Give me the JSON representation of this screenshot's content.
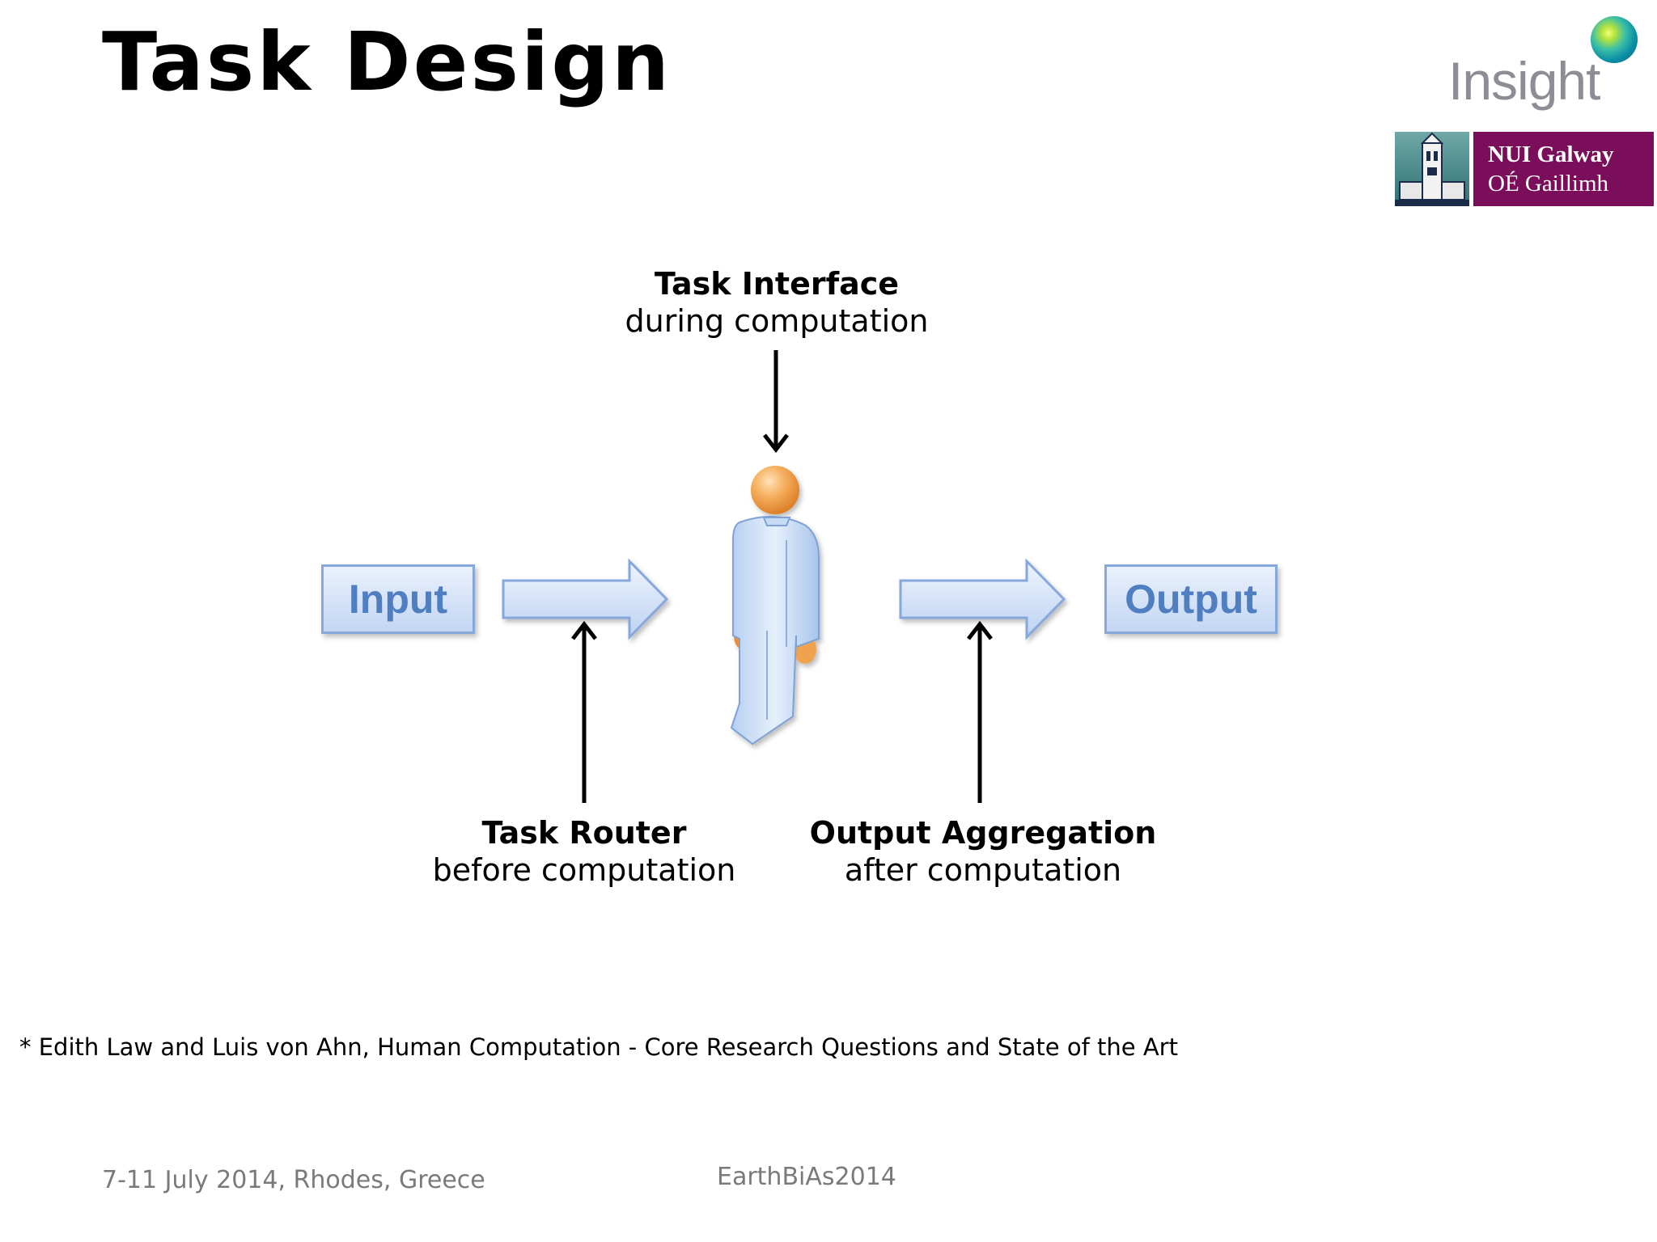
{
  "slide": {
    "title": "Task Design"
  },
  "logos": {
    "insight": "Insight",
    "nui_line1": "NUI Galway",
    "nui_line2": "OÉ Gaillimh"
  },
  "diagram": {
    "input_label": "Input",
    "output_label": "Output",
    "task_interface": {
      "title": "Task Interface",
      "subtitle": "during computation"
    },
    "task_router": {
      "title": "Task Router",
      "subtitle": "before computation"
    },
    "output_aggregation": {
      "title": "Output Aggregation",
      "subtitle": "after computation"
    },
    "colors": {
      "box_fill": "#c3d6f3",
      "box_border": "#86a8dc",
      "box_text": "#4f7fc1",
      "head": "#f4a04a"
    }
  },
  "reference": "* Edith Law and Luis von Ahn, Human Computation - Core Research Questions and State of the Art",
  "footer": {
    "left": "7-11 July 2014, Rhodes, Greece",
    "center": "EarthBiAs2014"
  }
}
